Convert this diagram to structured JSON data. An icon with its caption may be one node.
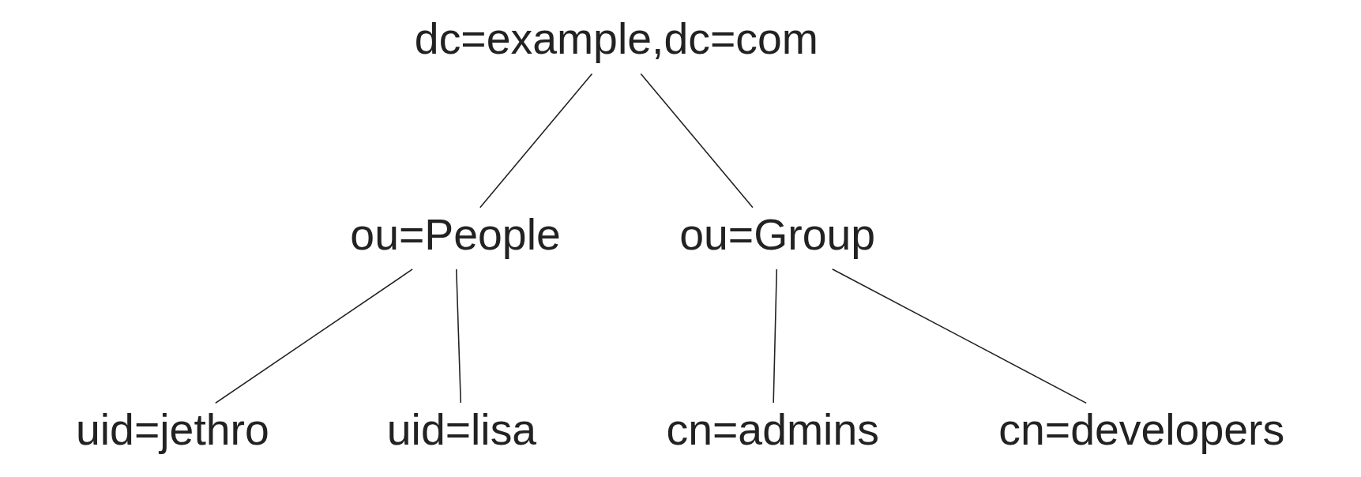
{
  "diagram": {
    "nodes": [
      {
        "text": [
          "dc=example,dc=com"
        ]
      },
      {
        "text": [
          "ou=People"
        ]
      },
      {
        "text": [
          "ou=Group"
        ]
      },
      {
        "text": [
          "uid=jethro"
        ]
      },
      {
        "text": [
          "uid=lisa"
        ]
      },
      {
        "text": [
          "cn=admins"
        ]
      },
      {
        "text": [
          "cn=developers"
        ]
      }
    ],
    "edges": [
      {
        "from": 0,
        "to": 1,
        "arrow": "none"
      },
      {
        "from": 0,
        "to": 2,
        "arrow": "none"
      },
      {
        "from": 1,
        "to": 3,
        "arrow": "none"
      },
      {
        "from": 1,
        "to": 4,
        "arrow": "none"
      },
      {
        "from": 2,
        "to": 5,
        "arrow": "none"
      },
      {
        "from": 2,
        "to": 6,
        "arrow": "none"
      }
    ]
  }
}
